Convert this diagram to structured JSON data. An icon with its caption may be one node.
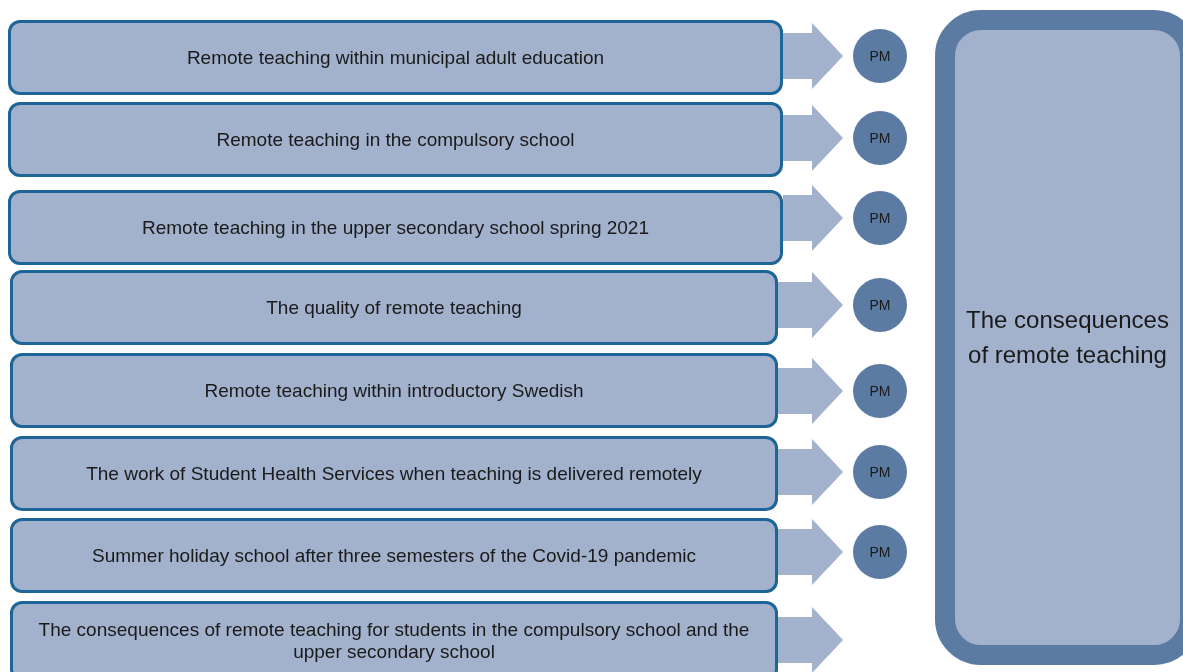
{
  "diagram": {
    "nodes": [
      {
        "text": [
          "Remote teaching within municipal adult education"
        ]
      },
      {
        "text": [
          "Remote teaching in the compulsory school"
        ]
      },
      {
        "text": [
          "Remote teaching in the upper secondary school spring 2021"
        ]
      },
      {
        "text": [
          "The quality of remote teaching"
        ]
      },
      {
        "text": [
          "Remote teaching within introductory Swedish"
        ]
      },
      {
        "text": [
          "The work of Student Health Services when teaching is delivered remotely"
        ]
      },
      {
        "text": [
          "Summer holiday school after three semesters of the Covid-19 pandemic"
        ]
      },
      {
        "text": [
          "The consequences of remote teaching for students in the compulsory school and the upper secondary school"
        ]
      },
      {
        "text": [
          "PM"
        ]
      },
      {
        "text": [
          "PM"
        ]
      },
      {
        "text": [
          "PM"
        ]
      },
      {
        "text": [
          "PM"
        ]
      },
      {
        "text": [
          "PM"
        ]
      },
      {
        "text": [
          "PM"
        ]
      },
      {
        "text": [
          "PM"
        ]
      },
      {
        "text": [
          "The consequences of remote teaching"
        ]
      }
    ],
    "edges": [
      {
        "from": 0,
        "to": 8,
        "arrow": "to"
      },
      {
        "from": 1,
        "to": 9,
        "arrow": "to"
      },
      {
        "from": 2,
        "to": 10,
        "arrow": "to"
      },
      {
        "from": 3,
        "to": 11,
        "arrow": "to"
      },
      {
        "from": 4,
        "to": 12,
        "arrow": "to"
      },
      {
        "from": 5,
        "to": 13,
        "arrow": "to"
      },
      {
        "from": 6,
        "to": 14,
        "arrow": "to"
      },
      {
        "from": 7,
        "to": null,
        "arrow": "to"
      }
    ]
  }
}
